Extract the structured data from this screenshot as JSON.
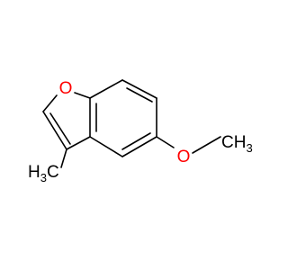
{
  "molecule": {
    "atoms": {
      "ring_oxygen": {
        "symbol": "O",
        "color": "#ff0000"
      },
      "methoxy_oxygen": {
        "symbol": "O",
        "color": "#ff0000"
      },
      "methoxy_carbon": {
        "symbol": "CH",
        "subscript": "3",
        "color": "#000000"
      },
      "methyl_carbon": {
        "symbol": "H",
        "subscript": "3",
        "suffix": "C",
        "color": "#000000"
      }
    },
    "bond_color": "#000000"
  }
}
